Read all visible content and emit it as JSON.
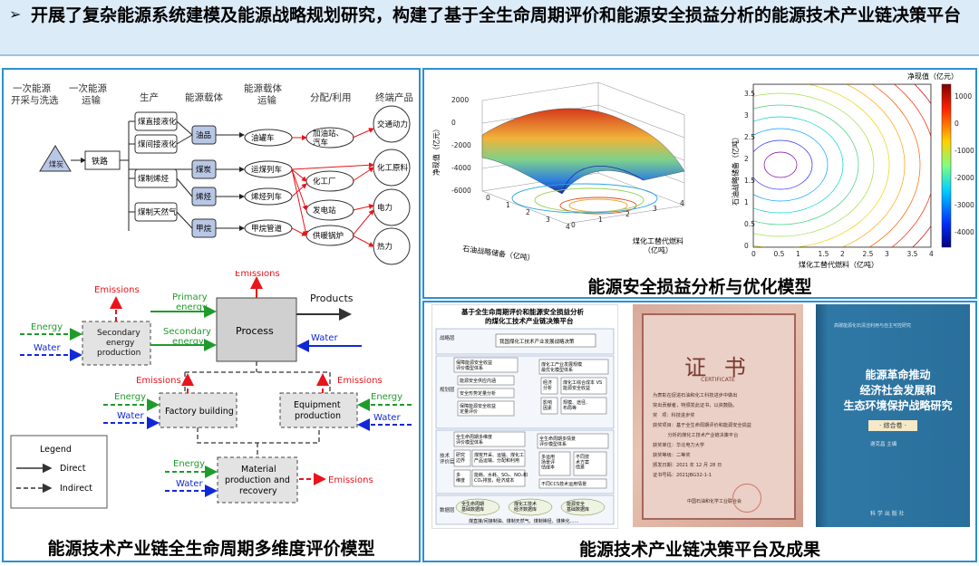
{
  "header": {
    "bullet": "➢",
    "title": "开展了复杂能源系统建模及能源战略规划研究，构建了基于全生命周期评价和能源安全损益分析的能源技术产业链决策平台"
  },
  "chain": {
    "columns": [
      "一次能源\n开采与洗选",
      "一次能源\n运输",
      "生产",
      "能源载体",
      "能源载体\n运输",
      "分配/利用",
      "终端产品"
    ],
    "source": "煤炭",
    "transport": "铁路",
    "processes": [
      "煤直接液化",
      "煤间接液化",
      "煤制烯烃",
      "煤制天然气"
    ],
    "carriers": [
      "油品",
      "煤炭",
      "烯烃",
      "甲烷"
    ],
    "carrier_transport": [
      "油罐车",
      "运煤列车",
      "烯烃列车",
      "甲烷管道"
    ],
    "distribution": [
      "加油站、\n汽车",
      "化工厂",
      "发电站",
      "供暖锅炉"
    ],
    "products": [
      "交通动力",
      "化工原料",
      "电力",
      "热力"
    ]
  },
  "lca": {
    "emissions": "Emissions",
    "products": "Products",
    "process": "Process",
    "secondary_production": "Secondary\nenergy\nproduction",
    "primary_energy": "Primary\nenergy",
    "secondary_energy": "Secondary\nenergy",
    "energy": "Energy",
    "water": "Water",
    "factory": "Factory building",
    "equipment": "Equipment\nproduction",
    "material": "Material\nproduction and\nrecovery",
    "legend_title": "Legend",
    "legend_direct": "Direct",
    "legend_indirect": "Indirect"
  },
  "surface": {
    "colorbar_title": "净现值（亿元）",
    "colorbar_ticks": [
      "1000",
      "0",
      "-1000",
      "-2000",
      "-3000",
      "-4000"
    ],
    "z_label": "净现值（亿元）",
    "z_ticks": [
      "2000",
      "0",
      "-2000",
      "-4000",
      "-6000"
    ],
    "x_label": "石油战略储备（亿吨）",
    "y_label": "煤化工替代燃料\n（亿吨）",
    "axis_ticks": [
      "0",
      "1",
      "2",
      "3",
      "4"
    ],
    "contour_y_label": "石油战略储备（亿吨）",
    "contour_x_label": "煤化工替代燃料（亿吨）",
    "contour_x_ticks": [
      "0",
      "0.5",
      "1",
      "1.5",
      "2",
      "2.5",
      "3",
      "3.5",
      "4"
    ],
    "contour_y_ticks": [
      "0",
      "0.5",
      "1",
      "1.5",
      "2",
      "2.5",
      "3",
      "3.5"
    ]
  },
  "platform": {
    "title": "基于全生命周期评价和能源安全损益分析\n的煤化工技术产业链决策平台",
    "layers": [
      "战略层",
      "规划层",
      "技术\n评价层",
      "数据层"
    ],
    "top_box": "我国煤化工技术产业发展战略决策",
    "left_boxes": [
      "保障能源安全收益\n评价模型体系",
      "能源安全供应内涵",
      "安全形势定量分析",
      "保障能源安全收益\n定量评价"
    ],
    "right_boxes": [
      "煤化工产业发展规模\n最优化模型体系",
      "经济\n分析",
      "煤化工综合成本 VS\n能源安全收益",
      "影响\n因素",
      "规模、途径、\n布局等"
    ],
    "mid_left": [
      "全生命周期多维度\n评价模型体系",
      "研究\n边界",
      "煤炭开采、运输、煤化工\n产品运输、分配和利用",
      "多\n维度",
      "能耗、水耗、SO₂、NOₓ和\nCO₂排放，经济成本"
    ],
    "mid_right": [
      "全生命周期多情景\n评价模型体系",
      "多运用\n场景评\n估成本",
      "不同技\n术方案\n情景",
      "不同CCS技术运用情景"
    ],
    "bottom": [
      "全生命周期\n基础数据库",
      "煤化工技术\n经济数据库",
      "能源安全\n基础数据库"
    ],
    "footer": "煤直接/间接制油、煤制天然气、煤制烯烃、煤焦化……",
    "cert_title": "证 书",
    "cert_sub": "CERTIFICATE",
    "cert_lines": [
      "为表彰在促进石油和化工科技进步中做出",
      "突出贡献者，特颁发此证书，以资鼓励。",
      "奖   项：科技进步奖",
      "获奖项目：基于全生命周期评价和能源安全损益",
      "          分析的煤化工技术产业链决策平台",
      "获奖单位：华北电力大学",
      "获奖等级：二等奖",
      "颁发日期：2021 年 12 月 28 日",
      "证书号码：2021JBG32-1-1"
    ],
    "cert_issuer": "中国石油和化学工业联合会",
    "book_top": "高碳能源化石清洁利用与自主可控研究",
    "book_title": "能源革命推动\n经济社会发展和\n生态环境保护战略研究",
    "book_volume": "· 综合卷 ·",
    "book_author": "谢克昌  主编",
    "book_publisher": "科 学 出 版 社"
  },
  "captions": {
    "top_right": "能源安全损益分析与优化模型",
    "bottom_left": "能源技术产业链全生命周期多维度评价模型",
    "bottom_right": "能源技术产业链决策平台及成果"
  },
  "colors": {
    "panel_border": "#2d8fd1",
    "header_bg": "#dcebf8",
    "green": "#1f9b2b",
    "blue": "#1128d8",
    "red": "#e8141c"
  }
}
